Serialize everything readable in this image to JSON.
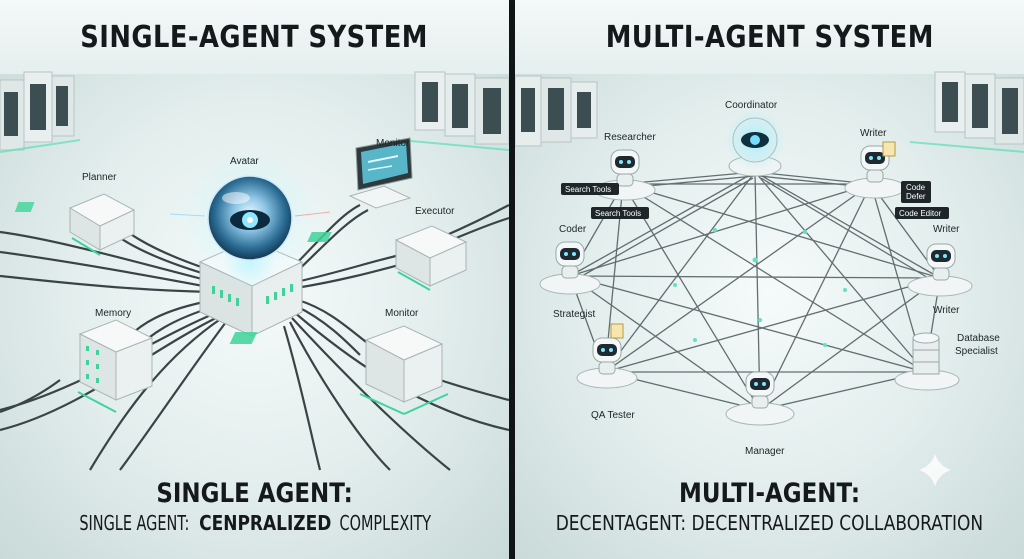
{
  "left": {
    "title": "SINGLE-AGENT SYSTEM",
    "nodes": {
      "planner": "Planner",
      "avatar": "Avatar",
      "monitor_top": "Monitor",
      "executor": "Executor",
      "memory": "Memory",
      "monitor_bottom": "Monitor"
    },
    "caption_title": "SINGLE AGENT:",
    "caption_prefix": "SINGLE AGENT: ",
    "caption_bold": "CENPRALIZED",
    "caption_suffix": " COMPLEXITY"
  },
  "right": {
    "title": "MULTI-AGENT SYSTEM",
    "nodes": {
      "coordinator": "Coordinator",
      "researcher": "Researcher",
      "writer_top": "Writer",
      "coder": "Coder",
      "writer_right_top": "Writer",
      "writer_right_bottom": "Writer",
      "strategist": "Strategist",
      "database_line1": "Database",
      "database_line2": "Specialist",
      "qa_tester": "QA Tester",
      "manager": "Manager"
    },
    "tags": {
      "search_tools_1": "Search Tools",
      "search_tools_2": "Search Tools",
      "code_defer_line1": "Code",
      "code_defer_line2": "Defer",
      "code_editor": "Code Editor"
    },
    "caption_title": "MULTI-AGENT:",
    "caption": "DECENTAGENT: DECENTRALIZED COLLABORATION"
  },
  "colors": {
    "accent_green": "#3fd39a",
    "glow_teal": "#4fe0c2",
    "node_white": "#f2f5f5",
    "cable": "#3a4446",
    "background": "#e3eeed"
  }
}
